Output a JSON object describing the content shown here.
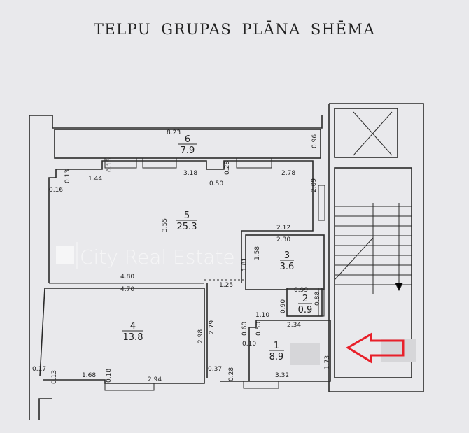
{
  "title": "TELPU GRUPAS PLĀNA SHĒMA",
  "watermark": "City Real Estate",
  "rooms": [
    {
      "number": "6",
      "area": "7.9"
    },
    {
      "number": "5",
      "area": "25.3"
    },
    {
      "number": "3",
      "area": "3.6"
    },
    {
      "number": "2",
      "area": "0.9"
    },
    {
      "number": "4",
      "area": "13.8"
    },
    {
      "number": "1",
      "area": "8.9"
    }
  ],
  "dimensions": [
    "8.23",
    "0.96",
    "1.44",
    "0.15",
    "3.18",
    "0.28",
    "0.50",
    "2.78",
    "0.16",
    "0.13",
    "2.09",
    "3.55",
    "2.12",
    "2.30",
    "1.81",
    "1.58",
    "4.80",
    "4.70",
    "1.25",
    "0.99",
    "0.88",
    "0.90",
    "1.10",
    "2.34",
    "0.60",
    "0.50",
    "0.10",
    "2.98",
    "2.79",
    "1.73",
    "0.17",
    "0.13",
    "1.68",
    "0.18",
    "2.94",
    "0.37",
    "0.28",
    "3.32"
  ],
  "colors": {
    "entrance_arrow": "#e8202a",
    "background": "#e9e9ec"
  },
  "icons": [
    "entrance-arrow-icon"
  ]
}
